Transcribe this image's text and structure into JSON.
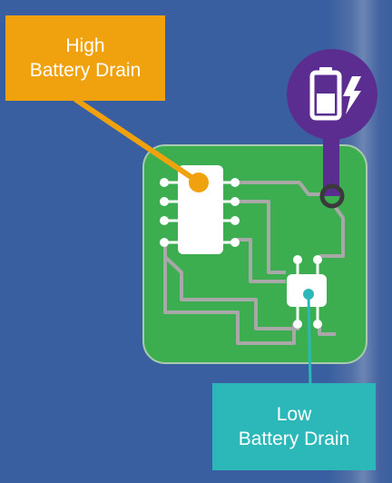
{
  "callouts": {
    "high": {
      "line1": "High",
      "line2": "Battery Drain",
      "color": "#f0a10e"
    },
    "low": {
      "line1": "Low",
      "line2": "Battery Drain",
      "color": "#2cb8b8"
    }
  },
  "colors": {
    "background": "#3a5fa0",
    "board": "#3dae4f",
    "trace": "#a8a8a8",
    "chip": "#ffffff",
    "battery_badge": "#5c2d91"
  },
  "icons": {
    "battery": "battery-charging-icon"
  }
}
